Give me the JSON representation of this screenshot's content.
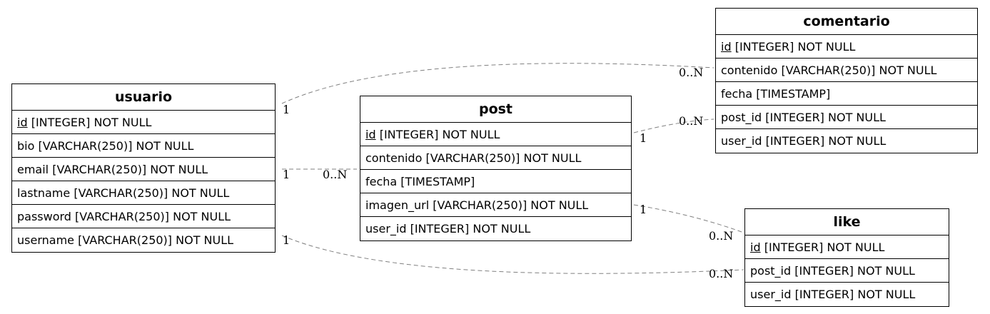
{
  "entities": {
    "usuario": {
      "title": "usuario",
      "fields": [
        {
          "name": "id",
          "rest": " [INTEGER] NOT NULL"
        },
        {
          "name": "bio [VARCHAR(250)] NOT NULL"
        },
        {
          "name": "email [VARCHAR(250)] NOT NULL"
        },
        {
          "name": "lastname [VARCHAR(250)] NOT NULL"
        },
        {
          "name": "password [VARCHAR(250)] NOT NULL"
        },
        {
          "name": "username [VARCHAR(250)] NOT NULL"
        }
      ]
    },
    "post": {
      "title": "post",
      "fields": [
        {
          "name": "id",
          "rest": " [INTEGER] NOT NULL"
        },
        {
          "name": "contenido [VARCHAR(250)] NOT NULL"
        },
        {
          "name": "fecha [TIMESTAMP]"
        },
        {
          "name": "imagen_url [VARCHAR(250)] NOT NULL"
        },
        {
          "name": "user_id [INTEGER] NOT NULL"
        }
      ]
    },
    "comentario": {
      "title": "comentario",
      "fields": [
        {
          "name": "id",
          "rest": " [INTEGER] NOT NULL"
        },
        {
          "name": "contenido [VARCHAR(250)] NOT NULL"
        },
        {
          "name": "fecha [TIMESTAMP]"
        },
        {
          "name": "post_id [INTEGER] NOT NULL"
        },
        {
          "name": "user_id [INTEGER] NOT NULL"
        }
      ]
    },
    "like": {
      "title": "like",
      "fields": [
        {
          "name": "id",
          "rest": " [INTEGER] NOT NULL"
        },
        {
          "name": "post_id [INTEGER] NOT NULL"
        },
        {
          "name": "user_id [INTEGER] NOT NULL"
        }
      ]
    }
  },
  "relations": {
    "usuario_comentario": {
      "from": "1",
      "to": "0..N"
    },
    "usuario_post": {
      "from": "1",
      "to": "0..N"
    },
    "usuario_like": {
      "from": "1",
      "to": "0..N"
    },
    "post_comentario": {
      "from": "1",
      "to": "0..N"
    },
    "post_like": {
      "from": "1",
      "to": "0..N"
    }
  },
  "colors": {
    "edge": "#808080",
    "border": "#000000"
  }
}
